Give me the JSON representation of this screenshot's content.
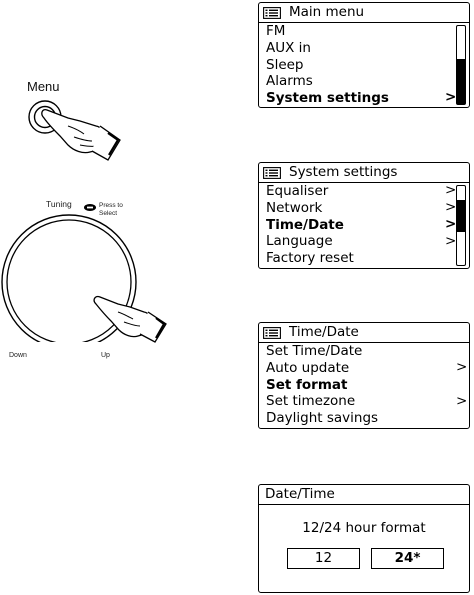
{
  "labels": {
    "menu": "Menu",
    "tuning": "Tuning",
    "press_to_select": "Press to\nSelect",
    "down": "Down",
    "up": "Up"
  },
  "screens": {
    "main_menu": {
      "title": "Main menu",
      "items": [
        "FM",
        "AUX in",
        "Sleep",
        "Alarms",
        "System settings"
      ],
      "highlighted": "System settings",
      "chevrons": [
        ">"
      ]
    },
    "system_settings": {
      "title": "System settings",
      "items": [
        "Equaliser",
        "Network",
        "Time/Date",
        "Language",
        "Factory reset"
      ],
      "highlighted": "Time/Date",
      "chevrons": [
        ">",
        ">",
        ">",
        ">"
      ]
    },
    "time_date": {
      "title": "Time/Date",
      "items": [
        "Set Time/Date",
        "Auto update",
        "Set format",
        "Set timezone",
        "Daylight savings"
      ],
      "highlighted": "Set format",
      "chevrons": [
        ">",
        ">"
      ]
    },
    "date_time_format": {
      "title": "Date/Time",
      "prompt": "12/24 hour format",
      "options": [
        "12",
        "24*"
      ],
      "selected": "24*"
    }
  },
  "icons": {
    "menu_button": "menu-button-icon",
    "pointing_hand": "pointing-hand-icon",
    "tuning_dial": "tuning-dial-icon",
    "menu_list": "menu-list-icon"
  }
}
